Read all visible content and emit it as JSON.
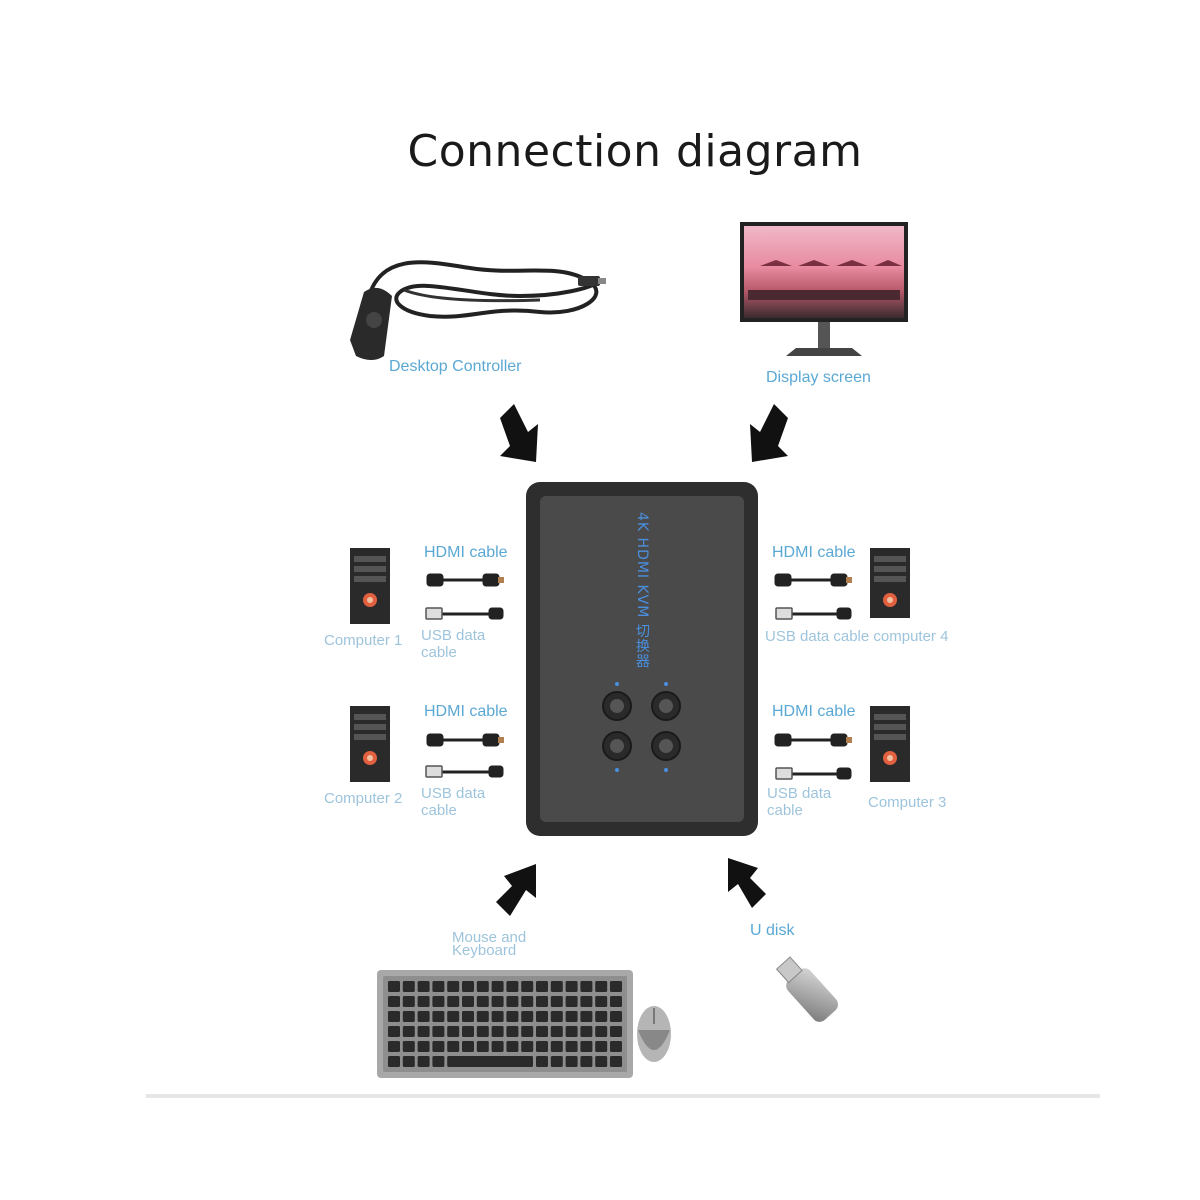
{
  "title": "Connection diagram",
  "labels": {
    "desktop_controller": "Desktop Controller",
    "display_screen": "Display screen",
    "hdmi_cable_1": "HDMI cable",
    "usb_cable_1": "USB data cable",
    "computer_1": "Computer 1",
    "hdmi_cable_2": "HDMI cable",
    "usb_cable_2": "USB data cable",
    "computer_2": "Computer 2",
    "hdmi_cable_4": "HDMI cable",
    "usb_cable_4_computer_4": "USB data cable computer 4",
    "hdmi_cable_3": "HDMI cable",
    "usb_cable_3": "USB data cable",
    "computer_3": "Computer 3",
    "mouse_keyboard": "Mouse and Keyboard",
    "u_disk": "U disk"
  },
  "device_panel_text": "4K HDMI KVM 切换器",
  "colors": {
    "label_blue": "#5aa8d4",
    "device_body": "#3a3a3a",
    "arrow": "#111111"
  }
}
